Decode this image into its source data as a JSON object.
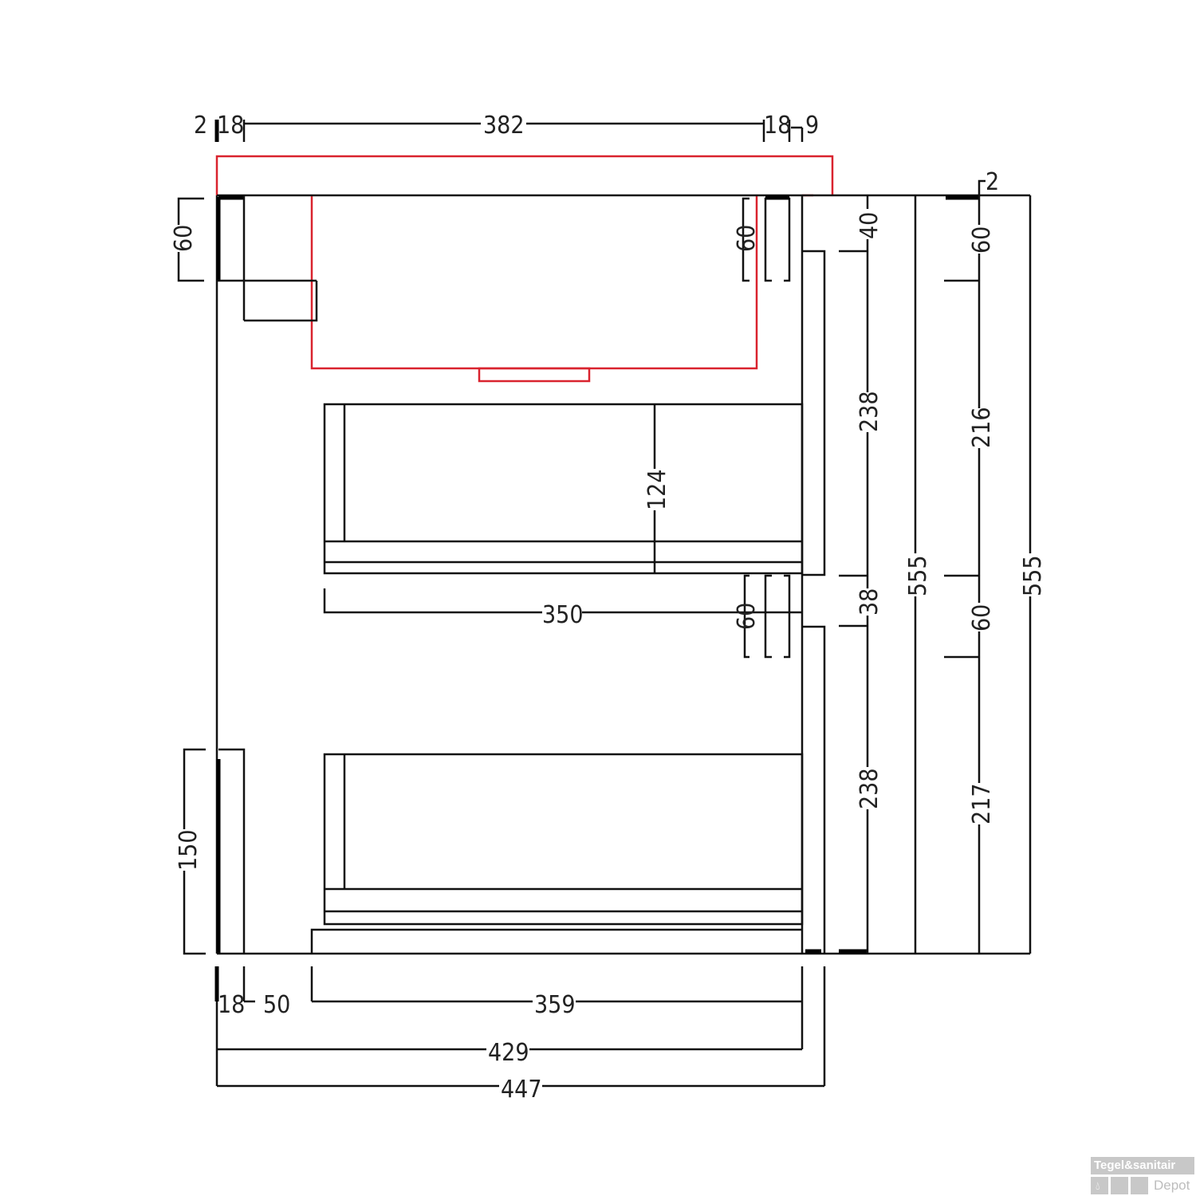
{
  "drawing": {
    "title": "Cabinet technical drawing (top/section view, dimensions in mm)",
    "colors": {
      "lines": "#111111",
      "sink_outline": "#d9232e",
      "text": "#222222"
    },
    "top_dims": {
      "d1": "2",
      "d2": "18",
      "d3": "382",
      "d4": "18",
      "d5": "9"
    },
    "left_dims": {
      "upper_60": "60",
      "lower_150": "150"
    },
    "inner_dims": {
      "upper_60": "60",
      "drawer_124": "124",
      "width_350": "350",
      "mid_60": "60"
    },
    "right_dims_a": {
      "d40": "40",
      "d238_top": "238",
      "d38": "38",
      "d238_bottom": "238"
    },
    "right_total_a": "555",
    "right_dims_b": {
      "d2": "2",
      "d60_top": "60",
      "d216": "216",
      "d60_mid": "60",
      "d217": "217"
    },
    "right_total_b": "555",
    "bottom_dims": {
      "d18": "18",
      "d50": "50",
      "d359": "359",
      "d429": "429",
      "d447": "447"
    }
  },
  "logo": {
    "line1": "Tegel&sanitair",
    "line2": "Depot",
    "icon": "water-drop-icon"
  }
}
